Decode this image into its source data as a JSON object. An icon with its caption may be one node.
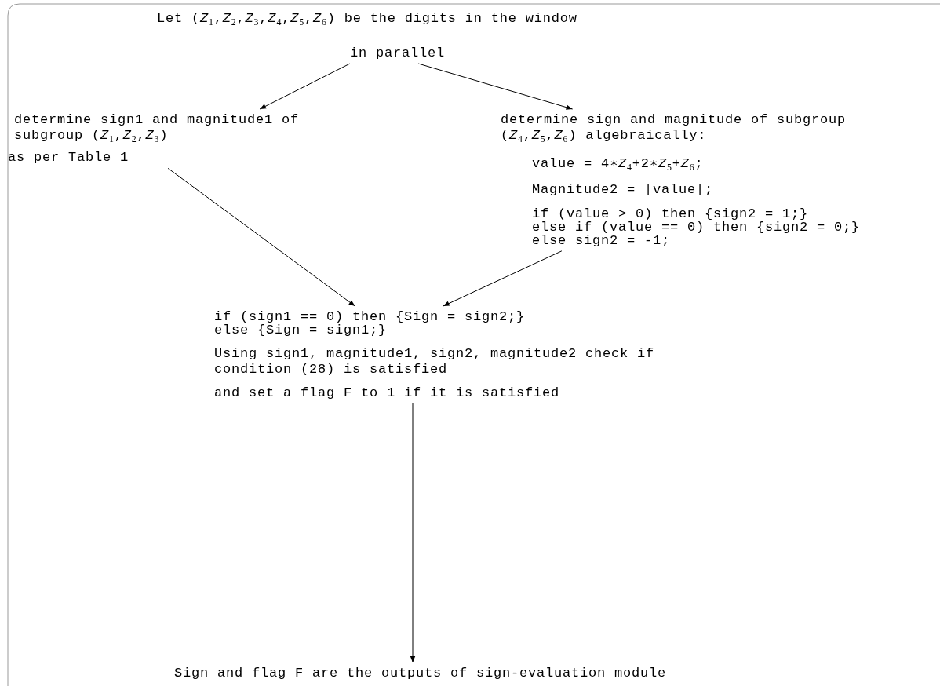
{
  "diagram": {
    "nodes": [
      {
        "text": [
          "Let (*Z*$_{1}$,*Z*$_{2}$,*Z*$_{3}$,*Z*$_{4}$,*Z*$_{5}$,*Z*$_{6}$) be the digits in the window"
        ]
      },
      {
        "text": [
          "in parallel"
        ]
      },
      {
        "text": [
          "determine sign1 and magnitude1 of subgroup (*Z*$_{1}$,*Z*$_{2}$,*Z*$_{3}$)",
          "as per Table 1"
        ]
      },
      {
        "text": [
          "determine sign and magnitude of subgroup (*Z*$_{4}$,*Z*$_{5}$,*Z*$_{6}$) algebraically:",
          "value = 4∗*Z*$_{4}$+2∗*Z*$_{5}$+*Z*$_{6}$;",
          "Magnitude2 = |value|;",
          "if (value > 0) then {sign2 = 1;}",
          "else if (value == 0) then {sign2 = 0;}",
          "else sign2 = -1;"
        ]
      },
      {
        "text": [
          "if (sign1 == 0) then {Sign = sign2;}",
          "else {Sign = sign1;}",
          "Using sign1, magnitude1, sign2, magnitude2 check if condition (28) is satisfied",
          "and set a flag F to 1 if it is satisfied"
        ]
      },
      {
        "text": [
          "Sign and flag F are the outputs of sign-evaluation module"
        ]
      }
    ],
    "edges": [
      {
        "from": 1,
        "to": 2,
        "arrow": "to"
      },
      {
        "from": 1,
        "to": 3,
        "arrow": "to"
      },
      {
        "from": 2,
        "to": 4,
        "arrow": "to"
      },
      {
        "from": 3,
        "to": 4,
        "arrow": "to"
      },
      {
        "from": 4,
        "to": 5,
        "arrow": "to"
      }
    ]
  }
}
